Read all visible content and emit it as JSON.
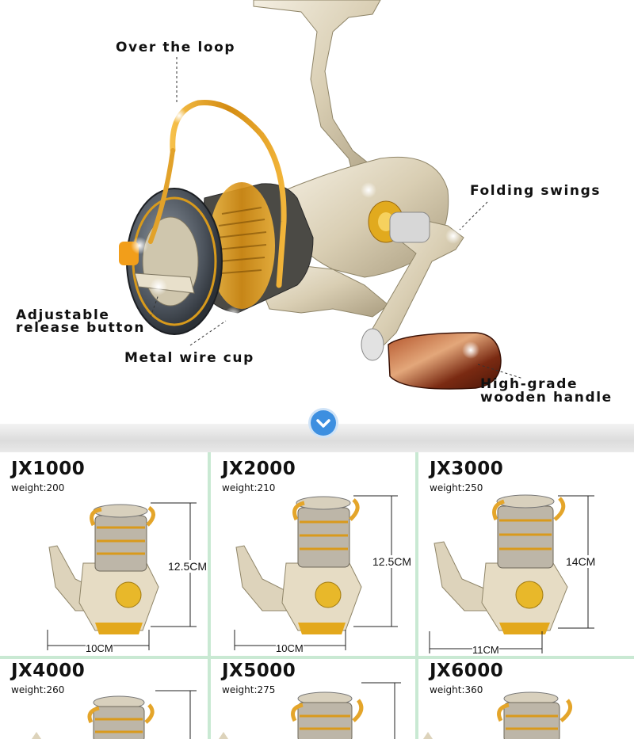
{
  "hero": {
    "callouts": {
      "over_loop": "Over the loop",
      "folding": "Folding swings",
      "adjustable_l1": "Adjustable",
      "adjustable_l2": "release button",
      "metal_cup": "Metal wire cup",
      "handle_l1": "High-grade",
      "handle_l2": "wooden handle"
    }
  },
  "divider": {
    "icon": "chevron-down-icon",
    "color": "#3d8fe0"
  },
  "models": [
    {
      "name": "JX1000",
      "weight": "weight:200",
      "height": "12.5CM",
      "width": "10CM"
    },
    {
      "name": "JX2000",
      "weight": "weight:210",
      "height": "12.5CM",
      "width": "10CM"
    },
    {
      "name": "JX3000",
      "weight": "weight:250",
      "height": "14CM",
      "width": "11CM"
    },
    {
      "name": "JX4000",
      "weight": "weight:260"
    },
    {
      "name": "JX5000",
      "weight": "weight:275"
    },
    {
      "name": "JX6000",
      "weight": "weight:360"
    }
  ],
  "colors": {
    "gold": "#d99a1c",
    "champagne": "#e6dcc4",
    "grid_line": "#c9e9d3"
  }
}
